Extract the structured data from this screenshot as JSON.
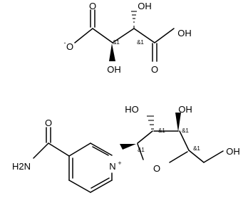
{
  "tartrate": {
    "carboxylate_o": "O",
    "carboxylate_charge": "-",
    "carbonyl_o_left": "O",
    "oh_top": "OH",
    "stereo_c1": "&1",
    "oh_bottom": "OH",
    "stereo_c2": "&1",
    "carbonyl_o_right": "O",
    "acid_oh": "OH"
  },
  "riboside": {
    "oh_c2": "HO",
    "oh_c3": "OH",
    "stereo_c2": "&1",
    "stereo_c3": "&1",
    "stereo_c1": "&1",
    "stereo_c4": "&1",
    "ring_o": "O",
    "oh_c5": "OH",
    "pyridinium_n": "N",
    "pyridinium_charge": "+",
    "amide_o": "O",
    "amide_n": "H2N"
  }
}
